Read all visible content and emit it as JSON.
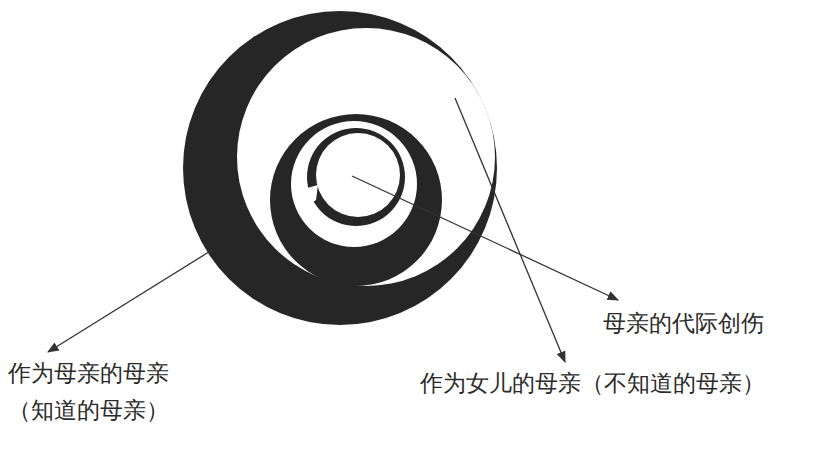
{
  "diagram": {
    "labels": [
      "母亲的代际创伤",
      "作为女儿的母亲（不知道的母亲）",
      "作为母亲的母亲 （知道的母亲）"
    ]
  }
}
